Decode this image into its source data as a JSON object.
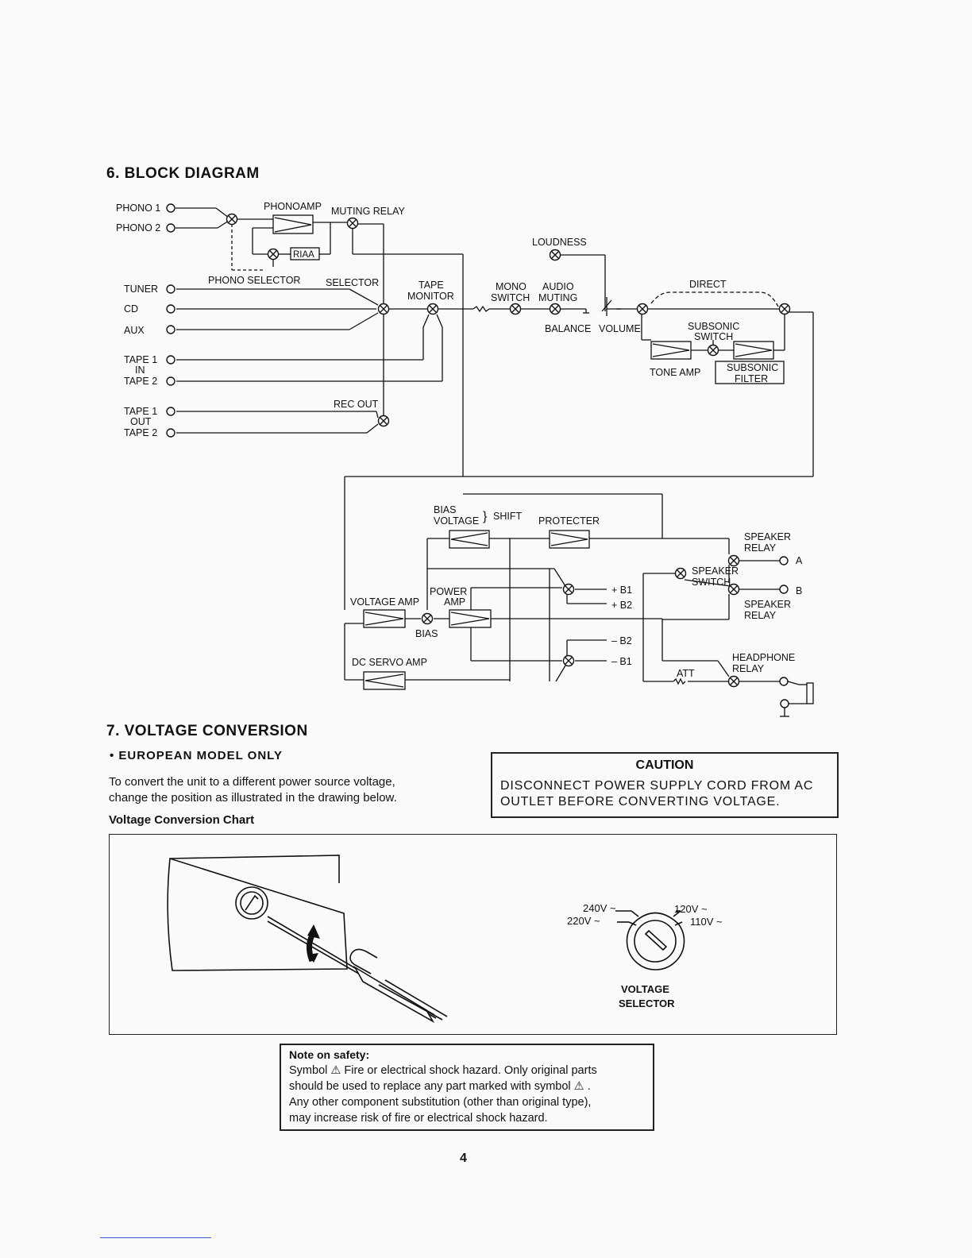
{
  "section6": {
    "title": "6.  BLOCK DIAGRAM",
    "labels": {
      "phono1": "PHONO 1",
      "phono2": "PHONO 2",
      "phonoamp": "PHONOAMP",
      "muting_relay": "MUTING RELAY",
      "riaa": "RIAA",
      "phono_selector": "PHONO SELECTOR",
      "selector": "SELECTOR",
      "tuner": "TUNER",
      "cd": "CD",
      "aux": "AUX",
      "tape1_in": "TAPE 1",
      "in": "IN",
      "tape2_in": "TAPE 2",
      "tape1_out": "TAPE 1",
      "out": "OUT",
      "tape2_out": "TAPE 2",
      "rec_out": "REC OUT",
      "tape": "TAPE",
      "monitor": "MONITOR",
      "loudness": "LOUDNESS",
      "mono": "MONO",
      "switch": "SWITCH",
      "audio": "AUDIO",
      "muting": "MUTING",
      "balance": "BALANCE",
      "volume": "VOLUME",
      "direct": "DIRECT",
      "subsonic": "SUBSONIC",
      "subsonic_switch": "SWITCH",
      "tone_amp": "TONE AMP",
      "subsonic_filter_1": "SUBSONIC",
      "subsonic_filter_2": "FILTER",
      "bias_top": "BIAS",
      "voltage": "VOLTAGE",
      "shift": "SHIFT",
      "protecter": "PROTECTER",
      "speaker_relay_a1": "SPEAKER",
      "speaker_relay_a2": "RELAY",
      "a": "A",
      "speaker_switch_1": "SPEAKER",
      "speaker_switch_2": "SWITCH",
      "b": "B",
      "speaker_relay_b1": "SPEAKER",
      "speaker_relay_b2": "RELAY",
      "power": "POWER",
      "amp": "AMP",
      "voltage_amp": "VOLTAGE AMP",
      "bias": "BIAS",
      "plus_b1": "+ B1",
      "plus_b2": "+ B2",
      "minus_b2": "– B2",
      "minus_b1": "– B1",
      "dc_servo_amp": "DC SERVO AMP",
      "headphone": "HEADPHONE",
      "relay": "RELAY",
      "att": "ATT"
    }
  },
  "section7": {
    "title": "7.  VOLTAGE CONVERSION",
    "bullet": "•  EUROPEAN  MODEL  ONLY",
    "paragraph_line1": "To  convert  the  unit  to  a  different  power  source  voltage,",
    "paragraph_line2": "change the position as illustrated in the drawing below.",
    "chart_title": "Voltage Conversion Chart",
    "caution": {
      "title": "CAUTION",
      "line1": "DISCONNECT  POWER  SUPPLY  CORD  FROM  AC",
      "line2": "OUTLET  BEFORE  CONVERTING  VOLTAGE."
    },
    "selector": {
      "v240": "240V ~",
      "v220": "220V ~",
      "v120": "120V ~",
      "v110": "110V ~",
      "label1": "VOLTAGE",
      "label2": "SELECTOR"
    }
  },
  "note": {
    "title": "Note on safety:",
    "line1": "Symbol  ⚠  Fire  or  electrical  shock  hazard.  Only  original  parts",
    "line2": "should  be  used  to  replace  any  part  marked  with  symbol  ⚠ .",
    "line3": "Any  other  component  substitution  (other  than  original  type),",
    "line4": "may increase risk of fire or electrical shock hazard."
  },
  "page_number": "4"
}
